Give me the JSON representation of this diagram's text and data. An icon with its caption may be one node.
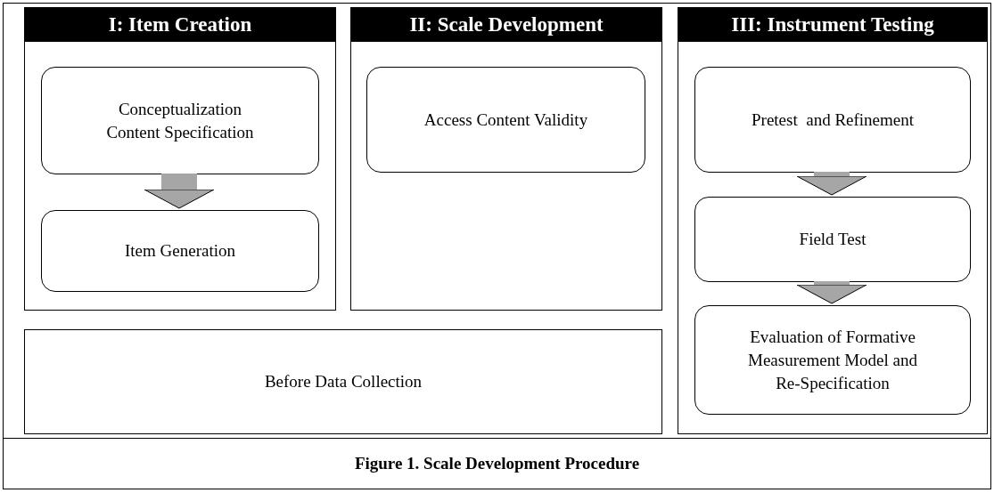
{
  "diagram": {
    "caption": "Figure 1. Scale Development Procedure",
    "nodes": [
      {
        "text": [
          "I: Item Creation"
        ]
      },
      {
        "text": [
          "Conceptualization Content Specification"
        ],
        "in": 0
      },
      {
        "text": [
          "Item Generation"
        ],
        "in": 0
      },
      {
        "text": [
          "II: Scale Development"
        ]
      },
      {
        "text": [
          "Access Content Validity"
        ],
        "in": 3
      },
      {
        "text": [
          "III: Instrument Testing"
        ]
      },
      {
        "text": [
          "Pretest  and Refinement"
        ],
        "in": 5
      },
      {
        "text": [
          "Field Test"
        ],
        "in": 5
      },
      {
        "text": [
          "Evaluation of Formative Measurement Model and Re-Specification"
        ],
        "in": 5
      },
      {
        "text": [
          "Before Data Collection"
        ]
      }
    ],
    "edges": [
      {
        "from": 1,
        "to": 2,
        "arrow": "to"
      },
      {
        "from": 6,
        "to": 7,
        "arrow": "to"
      },
      {
        "from": 7,
        "to": 8,
        "arrow": "to"
      }
    ]
  }
}
